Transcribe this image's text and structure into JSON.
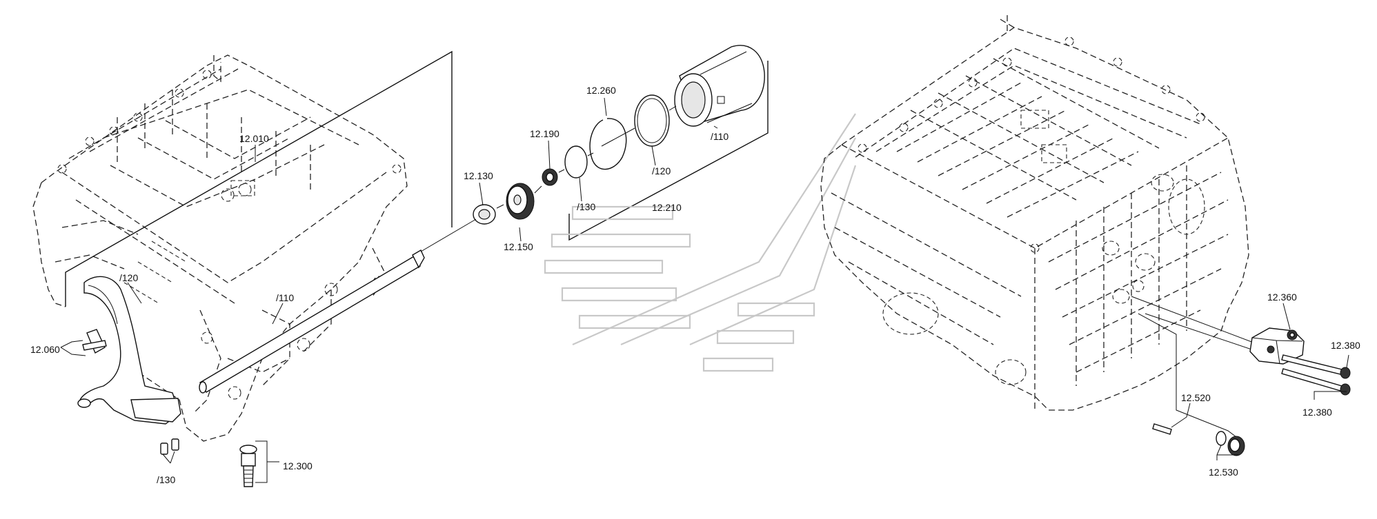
{
  "labels": {
    "l12010": "12.010",
    "l120_left": "/120",
    "l110_left": "/110",
    "l12060": "12.060",
    "l130_left": "/130",
    "l12300": "12.300",
    "l12130": "12.130",
    "l12150": "12.150",
    "l12190": "12.190",
    "l12260": "12.260",
    "l130_mid": "/130",
    "l120_mid": "/120",
    "l12210": "12.210",
    "l110_mid": "/110",
    "l12360": "12.360",
    "l12380_top": "12.380",
    "l12380_bottom": "12.380",
    "l12520": "12.520",
    "l12530": "12.530"
  },
  "colors": {
    "line": "#111111",
    "watermark": "#c8c8c8",
    "background": "#ffffff"
  }
}
